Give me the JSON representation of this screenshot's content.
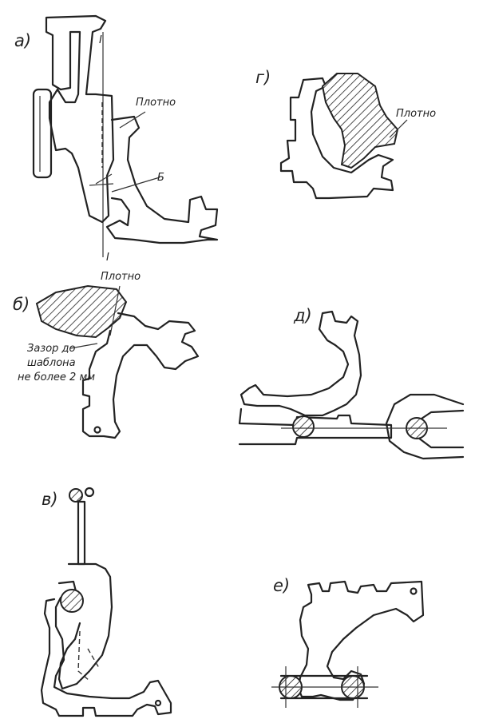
{
  "panels": {
    "a": {
      "label": "а)",
      "note_tight": "Плотно",
      "section_top": "I",
      "section_bottom": "I",
      "point": "Б"
    },
    "g": {
      "label": "г)",
      "note_tight": "Плотно"
    },
    "b": {
      "label": "б)",
      "note_tight": "Плотно",
      "gap_line1": "Зазор до",
      "gap_line2": "шаблона",
      "gap_line3": "не более 2 мм"
    },
    "d": {
      "label": "д)"
    },
    "v": {
      "label": "в)"
    },
    "e": {
      "label": "е)"
    }
  }
}
